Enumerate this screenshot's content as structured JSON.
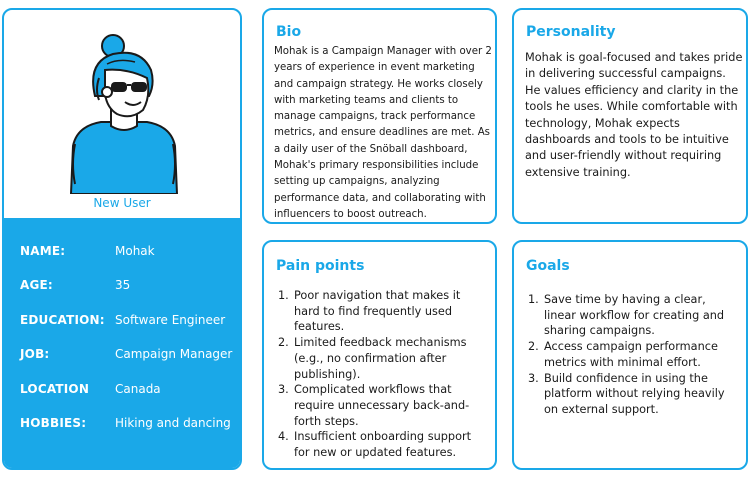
{
  "profile": {
    "role": "New User",
    "fields": [
      {
        "key": "NAME:",
        "value": "Mohak"
      },
      {
        "key": "AGE:",
        "value": "35"
      },
      {
        "key": "EDUCATION:",
        "value": "Software Engineer"
      },
      {
        "key": "JOB:",
        "value": "Campaign Manager"
      },
      {
        "key": "LOCATION",
        "value": "Canada"
      },
      {
        "key": "HOBBIES:",
        "value": "Hiking and dancing"
      }
    ]
  },
  "bio": {
    "title": "Bio",
    "text": "Mohak is a Campaign Manager with over 2 years of experience in event marketing and campaign strategy. He works closely with marketing teams and clients to manage campaigns, track performance metrics, and ensure deadlines are met. As a daily user of the Snöball dashboard, Mohak's primary responsibilities include setting up campaigns, analyzing performance data, and collaborating with influencers to boost outreach."
  },
  "personality": {
    "title": "Personality",
    "text": "Mohak is goal-focused and takes pride in delivering successful campaigns. He values efficiency and clarity in the tools he uses. While comfortable with technology, Mohak expects dashboards and tools to be intuitive and user-friendly without requiring extensive training."
  },
  "pain_points": {
    "title": "Pain points",
    "items": [
      {
        "num": "1.",
        "text": "Poor navigation that makes it hard to find frequently used features."
      },
      {
        "num": "2.",
        "text": "Limited feedback mechanisms (e.g., no confirmation after publishing)."
      },
      {
        "num": "3.",
        "text": "Complicated workflows that require unnecessary back-and-forth steps."
      },
      {
        "num": "4.",
        "text": "Insufficient onboarding support for new or updated features."
      }
    ]
  },
  "goals": {
    "title": "Goals",
    "items": [
      {
        "num": "1.",
        "text": "Save time by having a clear, linear workflow for creating and sharing campaigns."
      },
      {
        "num": "2.",
        "text": "Access campaign performance metrics with minimal effort."
      },
      {
        "num": "3.",
        "text": "Build confidence in using the platform without relying heavily on external support."
      }
    ]
  },
  "colors": {
    "accent": "#1aa8e8",
    "text": "#1a1a1a",
    "background": "#ffffff"
  },
  "icons": {
    "avatar": "user-avatar-illustration"
  }
}
